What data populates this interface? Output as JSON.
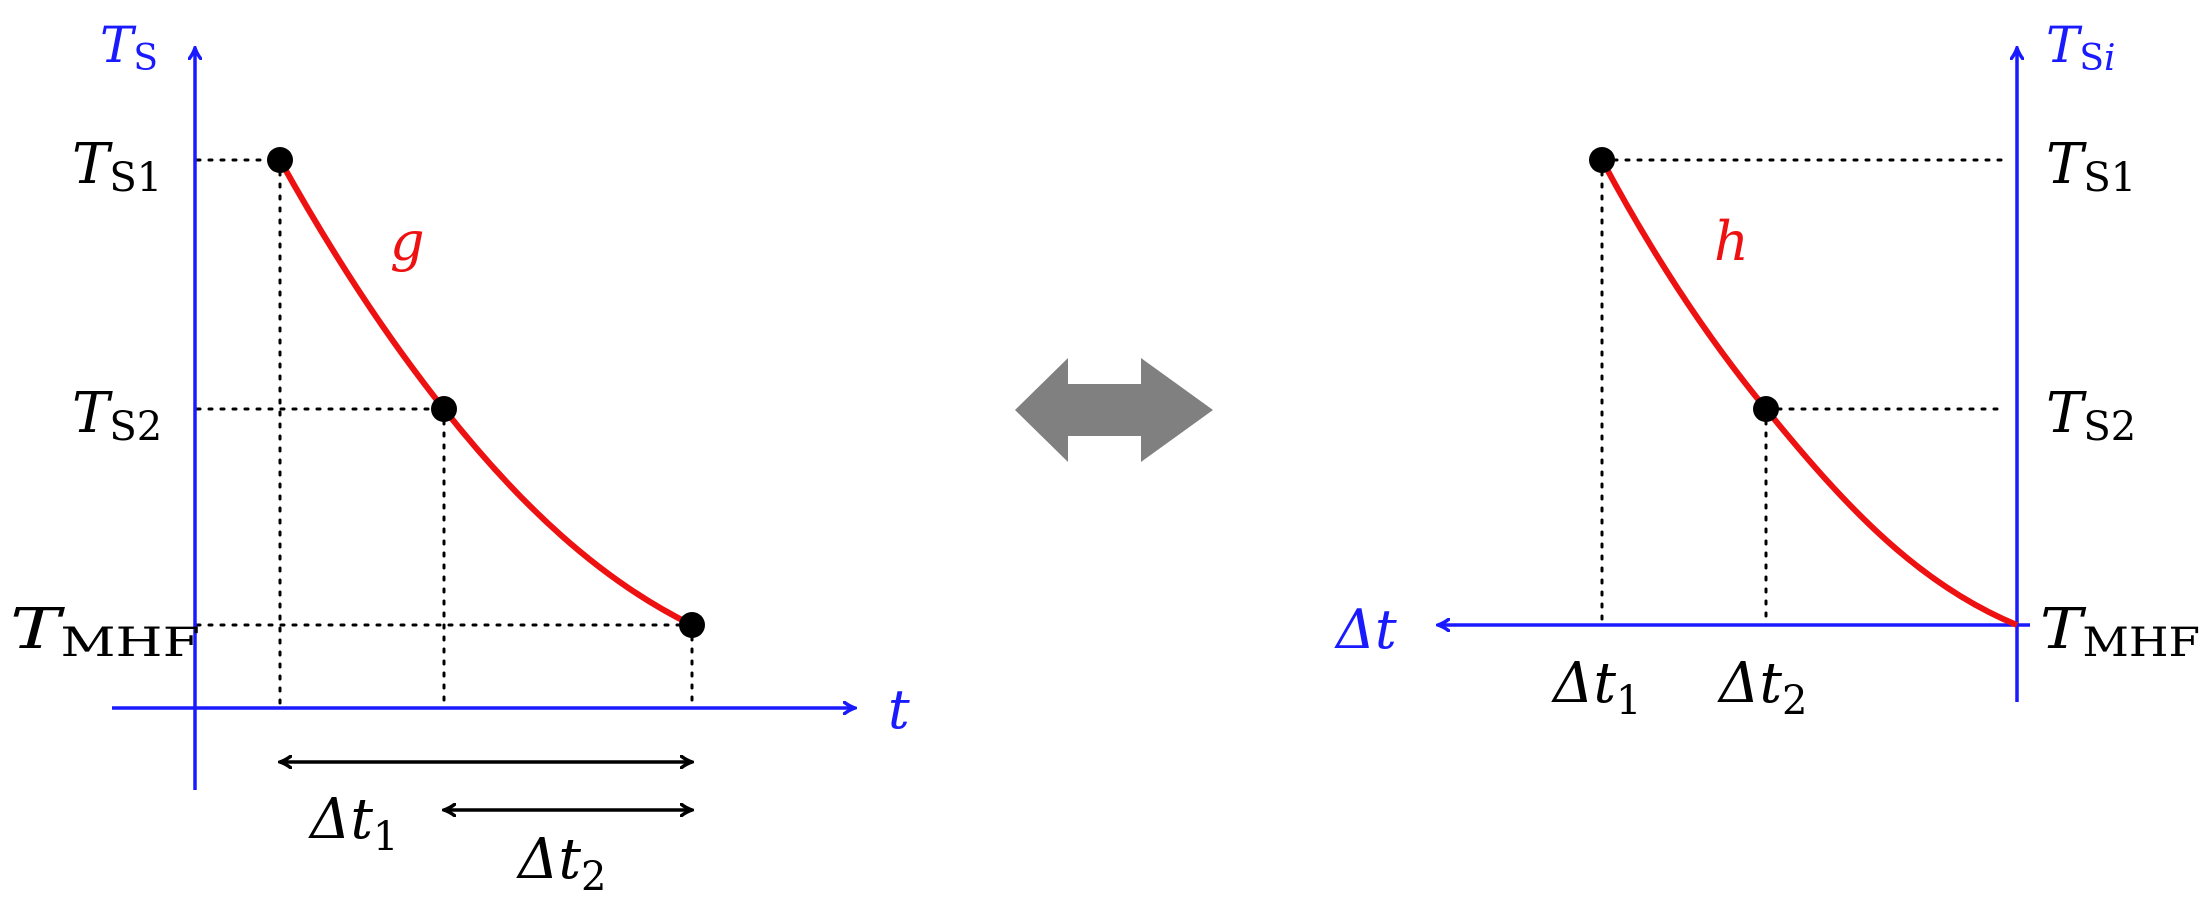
{
  "colors": {
    "axis": "#1a1aff",
    "curve": "#ee1111",
    "guide": "#000000",
    "point": "#000000",
    "swap_arrow": "#808080"
  },
  "left": {
    "y_axis": {
      "sym": "T",
      "sub": "S"
    },
    "x_axis": {
      "sym": "t"
    },
    "curve_label": "g",
    "y_ticks": [
      {
        "sym": "T",
        "sub": "S1"
      },
      {
        "sym": "T",
        "sub": "S2"
      },
      {
        "sym": "T",
        "sub": "MHF"
      }
    ],
    "intervals": [
      {
        "sym": "Δt",
        "sub": "1"
      },
      {
        "sym": "Δt",
        "sub": "2"
      }
    ]
  },
  "right": {
    "y_axis": {
      "sym": "T",
      "sub": "S",
      "sub_it": "i"
    },
    "x_axis": {
      "sym": "Δt"
    },
    "curve_label": "h",
    "y_ticks": [
      {
        "sym": "T",
        "sub": "S1"
      },
      {
        "sym": "T",
        "sub": "S2"
      },
      {
        "sym": "T",
        "sub": "MHF"
      }
    ],
    "x_ticks": [
      {
        "sym": "Δt",
        "sub": "1"
      },
      {
        "sym": "Δt",
        "sub": "2"
      }
    ]
  },
  "swap_icon": "double-headed-arrow"
}
